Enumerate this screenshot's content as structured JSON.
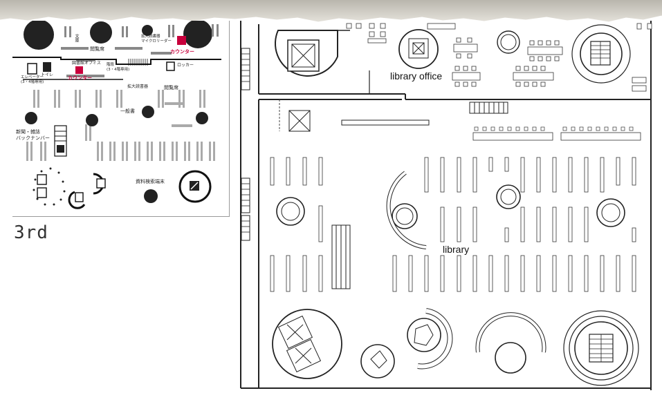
{
  "floor_label": "3rd",
  "main_plan": {
    "room_labels": {
      "library_office": "library office",
      "library": "library"
    }
  },
  "key_plan": {
    "labels": {
      "reading_seats_top": "閲覧席",
      "magnifier_reader": "拡大読書器\nマイクロリーダー",
      "counter_top": "カウンター",
      "library_office": "図書館オフィス",
      "counter_mid": "カウンター",
      "elevator": "エレベーター\n(3・4階専用)",
      "toilet": "トイレ",
      "stairs": "階段\n(3・4階専用)",
      "locker": "ロッカー",
      "magnifier": "拡大読書器",
      "reading_seats_mid": "閲覧席",
      "general_books": "一般書",
      "newspapers": "新聞・雑誌\nバックナンバー",
      "search_terminal": "資料検索端末",
      "special_collection": "文庫"
    }
  },
  "colors": {
    "accent_red": "#c8003c",
    "ink": "#222222"
  }
}
